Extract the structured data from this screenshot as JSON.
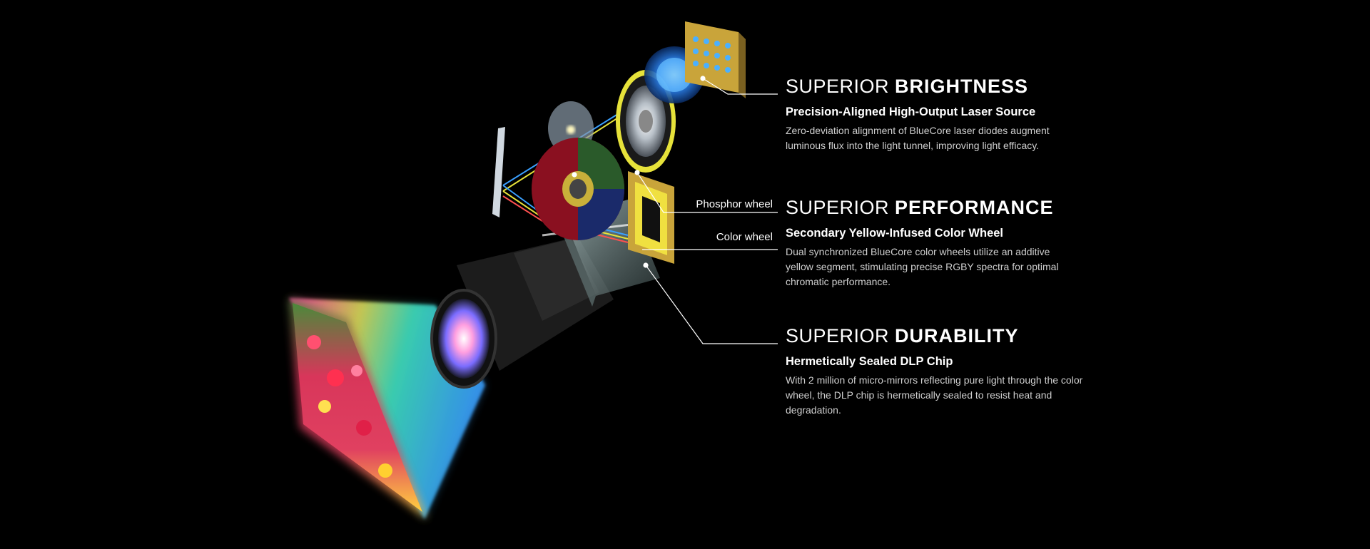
{
  "callouts": {
    "phosphor_wheel": "Phosphor wheel",
    "color_wheel": "Color wheel"
  },
  "features": [
    {
      "title_light": "SUPERIOR",
      "title_bold": "BRIGHTNESS",
      "subtitle": "Precision-Aligned High-Output Laser Source",
      "description": "Zero-deviation alignment of BlueCore laser diodes augment luminous flux into the light tunnel, improving light efficacy."
    },
    {
      "title_light": "SUPERIOR",
      "title_bold": "PERFORMANCE",
      "subtitle": "Secondary Yellow-Infused Color Wheel",
      "description": "Dual synchronized BlueCore color wheels utilize an additive yellow segment, stimulating precise RGBY spectra for optimal chromatic performance."
    },
    {
      "title_light": "SUPERIOR",
      "title_bold": "DURABILITY",
      "subtitle": "Hermetically Sealed DLP Chip",
      "description": "With 2 million of micro-mirrors reflecting pure light through the color wheel, the DLP chip is hermetically sealed to resist heat and degradation."
    }
  ],
  "colors": {
    "background": "#000000",
    "laser_blue": "#3aa0ff",
    "phosphor_yellow": "#e6e23a",
    "gold": "#c9a43a"
  }
}
